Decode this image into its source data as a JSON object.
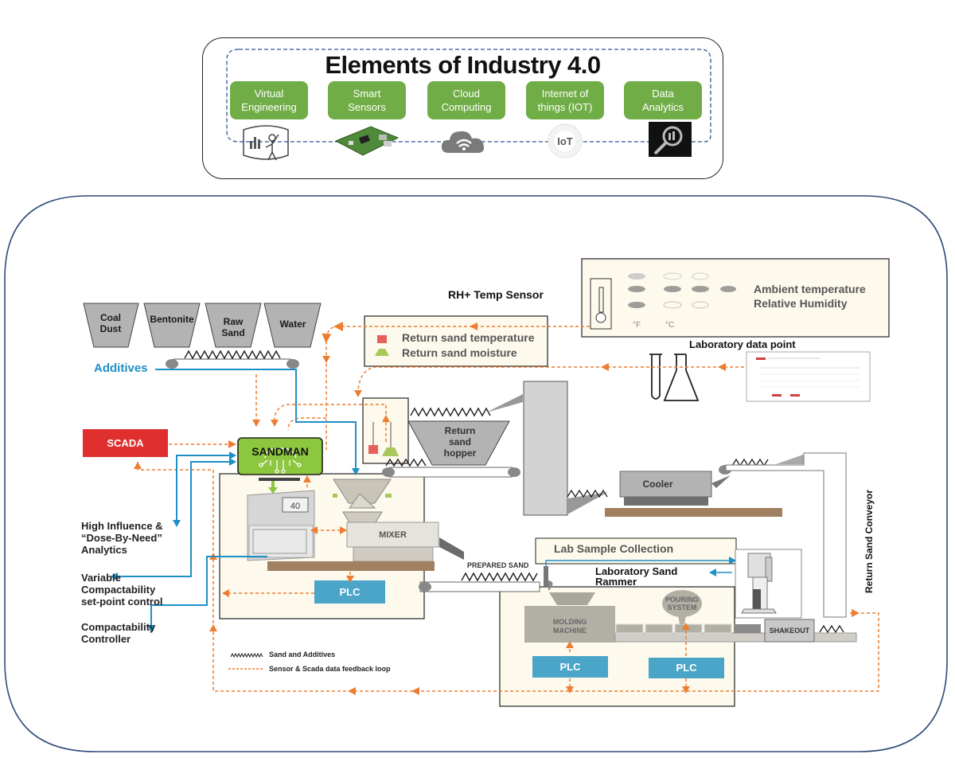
{
  "industry40": {
    "title": "Elements of Industry 4.0",
    "elements": [
      {
        "label": "Virtual\nEngineering",
        "icon": "vr-person-chart-icon"
      },
      {
        "label": "Smart\nSensors",
        "icon": "circuit-board-icon"
      },
      {
        "label": "Cloud\nComputing",
        "icon": "cloud-wifi-icon"
      },
      {
        "label": "Internet of\nthings (IOT)",
        "icon": "iot-circle-icon"
      },
      {
        "label": "Data\nAnalytics",
        "icon": "magnifier-chart-icon"
      }
    ],
    "iot_badge": "IoT"
  },
  "hoppers": [
    {
      "line1": "Coal",
      "line2": "Dust"
    },
    {
      "line1": "Bentonite",
      "line2": ""
    },
    {
      "line1": "Raw",
      "line2": "Sand"
    },
    {
      "line1": "Water",
      "line2": ""
    }
  ],
  "additives_label": "Additives",
  "scada_label": "SCADA",
  "sandman_label": "SANDMAN",
  "controller_display": "40",
  "mixer_label": "MIXER",
  "plc_label": "PLC",
  "prepared_sand_label": "PREPARED SAND",
  "return_hopper": {
    "line1": "Return",
    "line2": "sand",
    "line3": "hopper"
  },
  "cooler_label": "Cooler",
  "rh_temp_sensor_label": "RH+ Temp Sensor",
  "return_sand_legend": {
    "temperature": "Return sand temperature",
    "moisture": "Return sand moisture"
  },
  "ambient": {
    "line1": "Ambient  temperature",
    "line2": "Relative Humidity",
    "units": [
      "°F",
      "°C"
    ]
  },
  "laboratory_data_point_label": "Laboratory  data point",
  "lab_sample_collection_label": "Lab Sample Collection",
  "lab_sand_rammer": {
    "line1": "Laboratory Sand",
    "line2": "Rammer"
  },
  "molding_machine": {
    "line1": "MOLDING",
    "line2": "MACHINE"
  },
  "pouring_system": {
    "line1": "POURING",
    "line2": "SYSTEM"
  },
  "shakeout_label": "SHAKEOUT",
  "return_sand_conveyor_label": "Return Sand Conveyor",
  "outputs": {
    "high_influence": [
      "High Influence &",
      "“Dose-By-Need”",
      "Analytics"
    ],
    "variable_compactability": [
      "Variable",
      "Compactability",
      "set-point control"
    ],
    "compactability_controller": [
      "Compactability",
      "Controller"
    ]
  },
  "legend": {
    "sand_additives": "Sand and Additives",
    "feedback_loop": "Sensor &  Scada data feedback loop"
  },
  "colors": {
    "feedback_orange": "#ed7d31",
    "control_blue": "#1f8fc7",
    "green": "#70ad47",
    "sandman_green": "#8dc63f",
    "scada_red": "#e02f2f",
    "plc_blue": "#4aa5c8",
    "frame_navy": "#2f4a7a",
    "panel_cream": "#fdf9ec",
    "machine_gray": "#b8b8b8",
    "base_brown": "#a08060"
  }
}
